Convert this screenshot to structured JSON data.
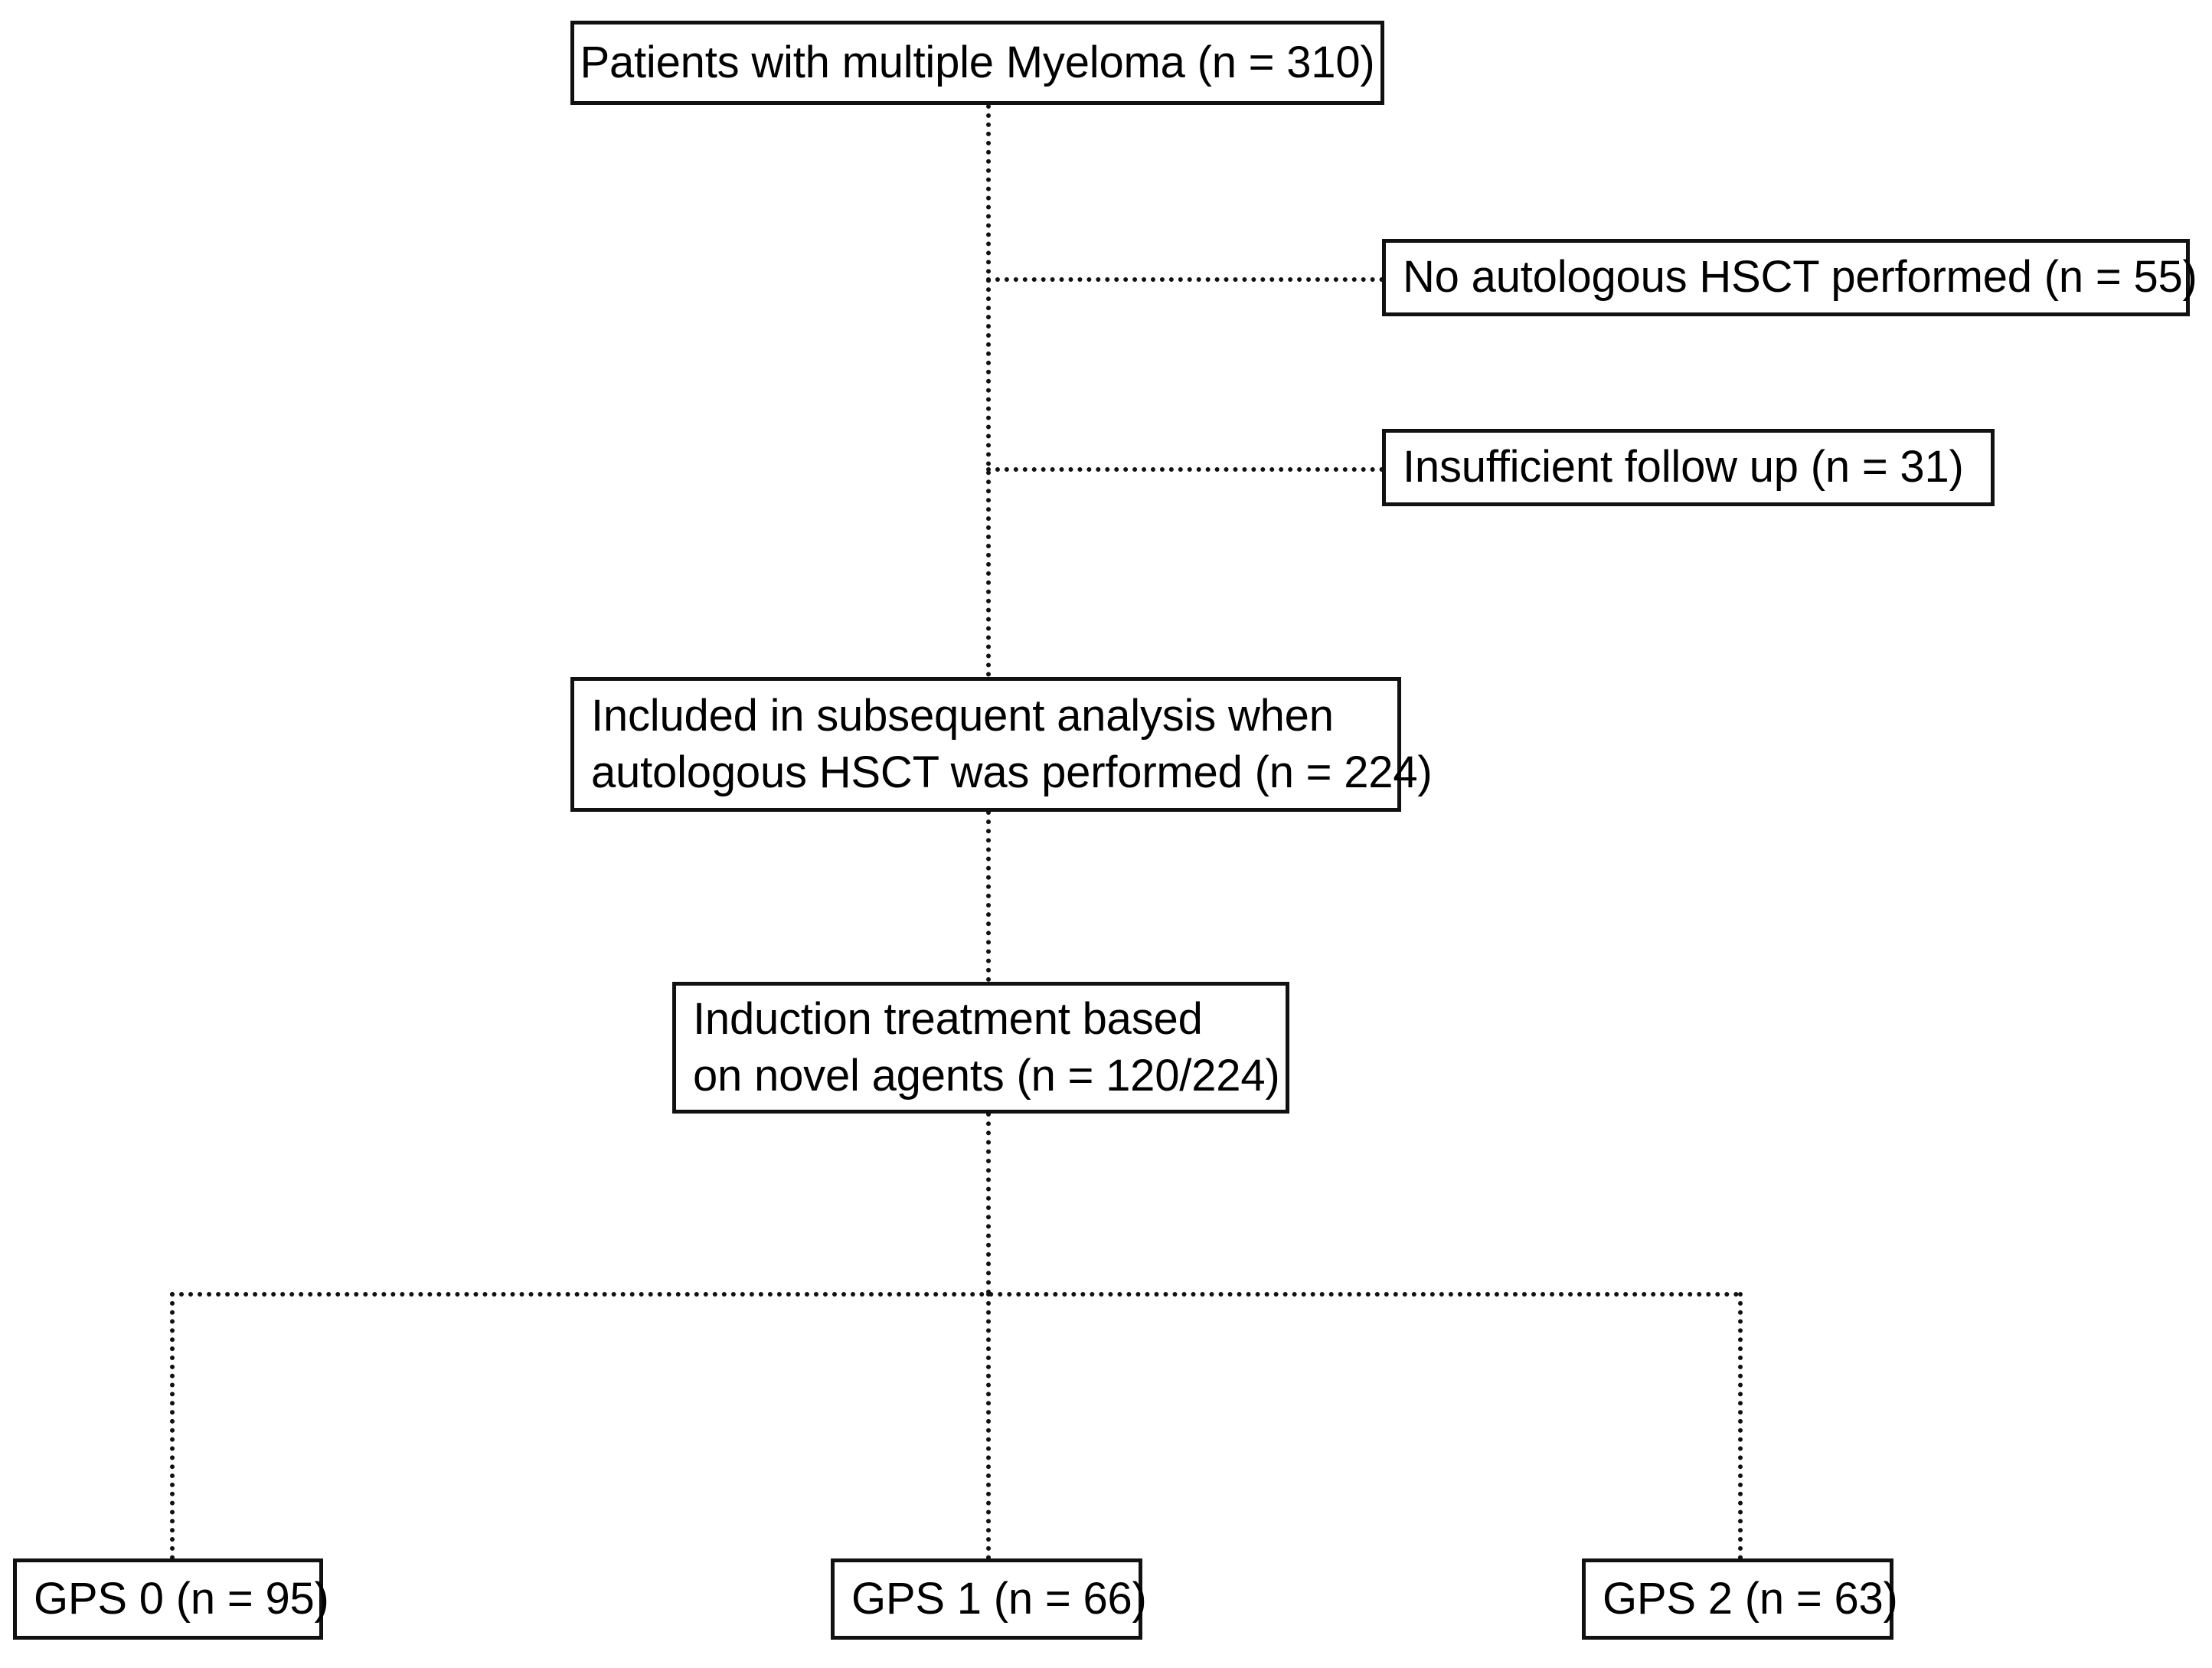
{
  "figure": {
    "type": "flowchart",
    "description": "CONSORT-style patient selection flow diagram for multiple myeloma cohort",
    "nodes": [
      {
        "id": "cohort-total",
        "lines": [
          "Patients with multiple Myeloma (n = 310)"
        ],
        "n": 310
      },
      {
        "id": "excluded-no-hsct",
        "lines": [
          "No autologous HSCT performed (n = 55)"
        ],
        "n": 55
      },
      {
        "id": "excluded-insufficient-followup",
        "lines": [
          "Insufficient follow up (n = 31)"
        ],
        "n": 31
      },
      {
        "id": "included-analysis",
        "lines": [
          "Included in subsequent analysis when",
          "autologous HSCT was performed (n = 224)"
        ],
        "n": 224
      },
      {
        "id": "induction-novel-agents",
        "lines": [
          "Induction treatment based",
          "on novel agents (n = 120/224)"
        ],
        "n": 120,
        "denominator": 224
      },
      {
        "id": "gps-0",
        "lines": [
          "GPS 0 (n = 95)"
        ],
        "n": 95
      },
      {
        "id": "gps-1",
        "lines": [
          "GPS 1 (n = 66)"
        ],
        "n": 66
      },
      {
        "id": "gps-2",
        "lines": [
          "GPS 2 (n = 63)"
        ],
        "n": 63
      }
    ],
    "colors": {
      "box_border": "#111111",
      "connector": "#111111",
      "background": "#ffffff",
      "text": "#000000"
    }
  }
}
